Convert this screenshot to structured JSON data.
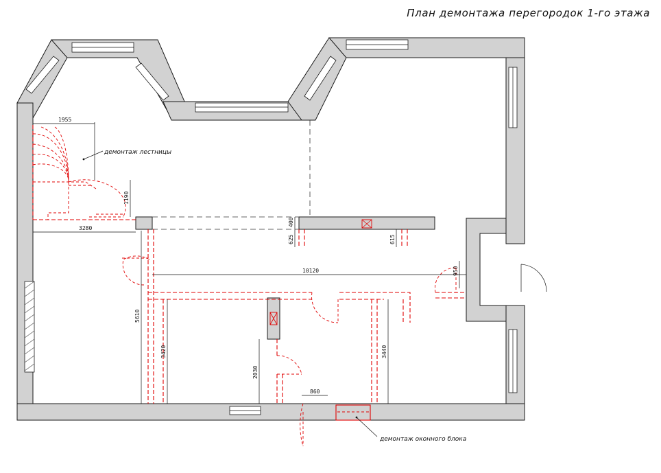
{
  "title": "План демонтажа перегородок 1-го этажа",
  "labels": {
    "stairs": "демонтаж лестницы",
    "window_block": "демонтаж оконного блока"
  },
  "dimensions": {
    "d1955": "1955",
    "d1190": "1190",
    "d3280": "3280",
    "d400": "400",
    "d625": "625",
    "d615": "615",
    "d10120": "10120",
    "d950": "950",
    "d5610": "5610",
    "d3420": "3420",
    "d3440": "3440",
    "d2030": "2030",
    "d860": "860"
  },
  "colors": {
    "wall": "#d2d2d2",
    "demolition": "#e00000"
  }
}
